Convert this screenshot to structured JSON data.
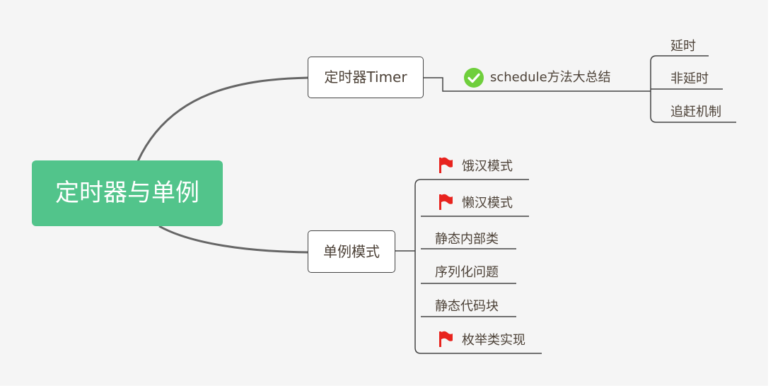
{
  "root": {
    "label": "定时器与单例"
  },
  "timer": {
    "label": "定时器Timer",
    "child": {
      "label": "schedule方法大总结",
      "icon": "check-icon",
      "items": [
        "延时",
        "非延时",
        "追赶机制"
      ]
    }
  },
  "singleton": {
    "label": "单例模式",
    "items": [
      {
        "label": "饿汉模式",
        "flag": true
      },
      {
        "label": "懒汉模式",
        "flag": true
      },
      {
        "label": "静态内部类",
        "flag": false
      },
      {
        "label": "序列化问题",
        "flag": false
      },
      {
        "label": "静态代码块",
        "flag": false
      },
      {
        "label": "枚举类实现",
        "flag": true
      }
    ]
  },
  "colors": {
    "root_fill": "#52c48b",
    "line": "#666666",
    "flag": "#e8231e",
    "check": "#6fcf3c"
  }
}
